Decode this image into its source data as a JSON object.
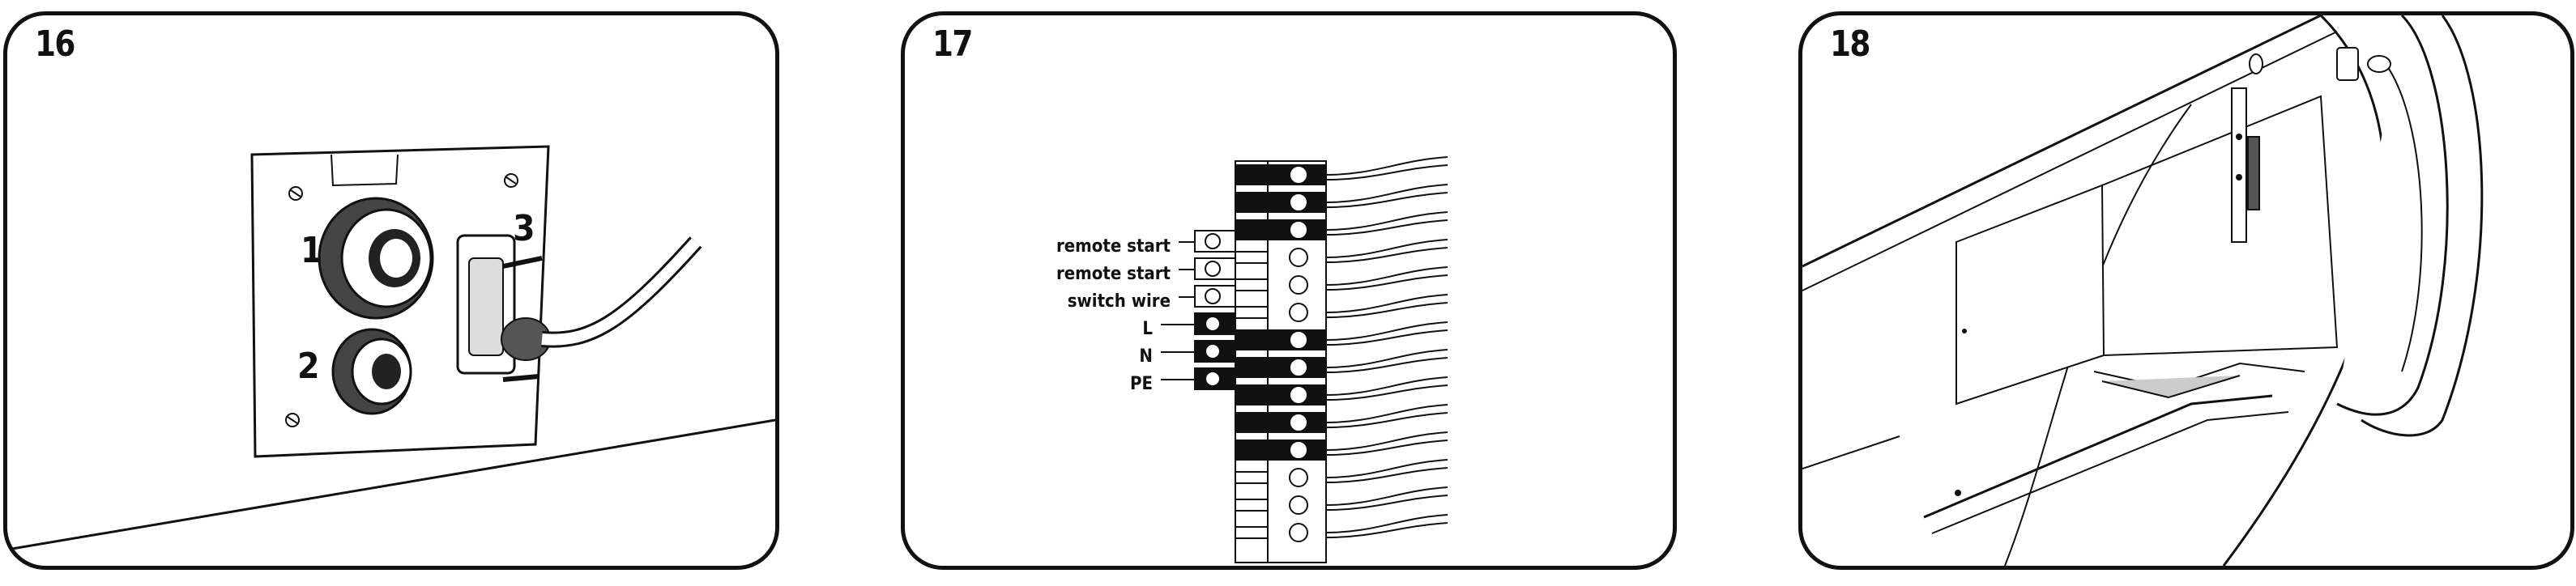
{
  "panels": [
    {
      "step": "16",
      "labels": {
        "gland_1": "1",
        "gland_2": "2",
        "connector_3": "3"
      }
    },
    {
      "step": "17",
      "wire_labels": [
        "remote start",
        "remote start",
        "switch wire",
        "L",
        "N",
        "PE"
      ]
    },
    {
      "step": "18"
    }
  ]
}
